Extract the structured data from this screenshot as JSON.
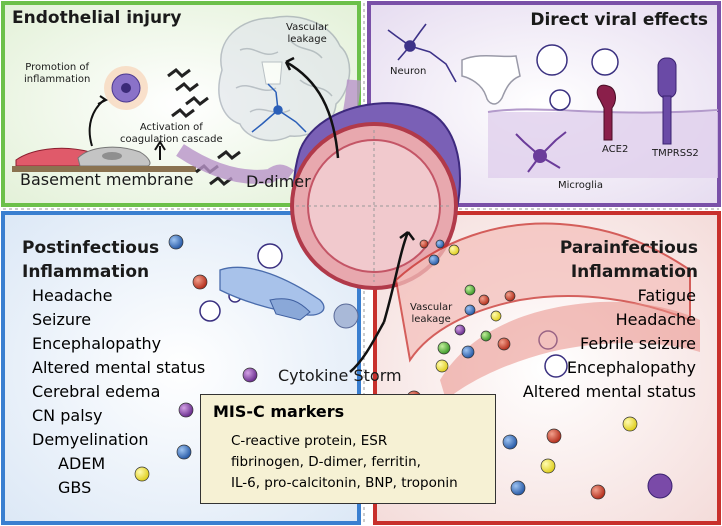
{
  "panels": {
    "top_left": {
      "title": "Endothelial injury",
      "labels": {
        "promotion": "Promotion of\ninflammation",
        "coagulation": "Activation of\ncoagulation cascade",
        "basement": "Basement membrane",
        "vascular": "Vascular\nleakage",
        "ddimer": "D-dimer"
      }
    },
    "top_right": {
      "title": "Direct viral effects",
      "labels": {
        "neuron": "Neuron",
        "ace2": "ACE2",
        "tmprss2": "TMPRSS2",
        "microglia": "Microglia"
      }
    },
    "bottom_left": {
      "title_line1": "Postinfectious",
      "title_line2": "Inflammation",
      "items": [
        "Headache",
        "Seizure",
        "Encephalopathy",
        "Altered mental status",
        "Cerebral edema",
        "CN palsy",
        "Demyelination"
      ],
      "sub_items": [
        "ADEM",
        "GBS"
      ]
    },
    "bottom_right": {
      "title_line1": "Parainfectious",
      "title_line2": "Inflammation",
      "items": [
        "Fatigue",
        "Headache",
        "Febrile seizure",
        "Encephalopathy",
        "Altered mental status"
      ],
      "vascular": "Vascular\nleakage"
    }
  },
  "cytokine": "Cytokine Storm",
  "misc": {
    "title": "MIS-C markers",
    "lines": [
      "C-reactive protein, ESR",
      "fibrinogen, D-dimer, ferritin,",
      "IL-6, pro-calcitonin, BNP, troponin"
    ]
  },
  "colors": {
    "green": "#6cc04a",
    "purple": "#7a50a8",
    "blue": "#3a7fd0",
    "red": "#c8302c"
  }
}
